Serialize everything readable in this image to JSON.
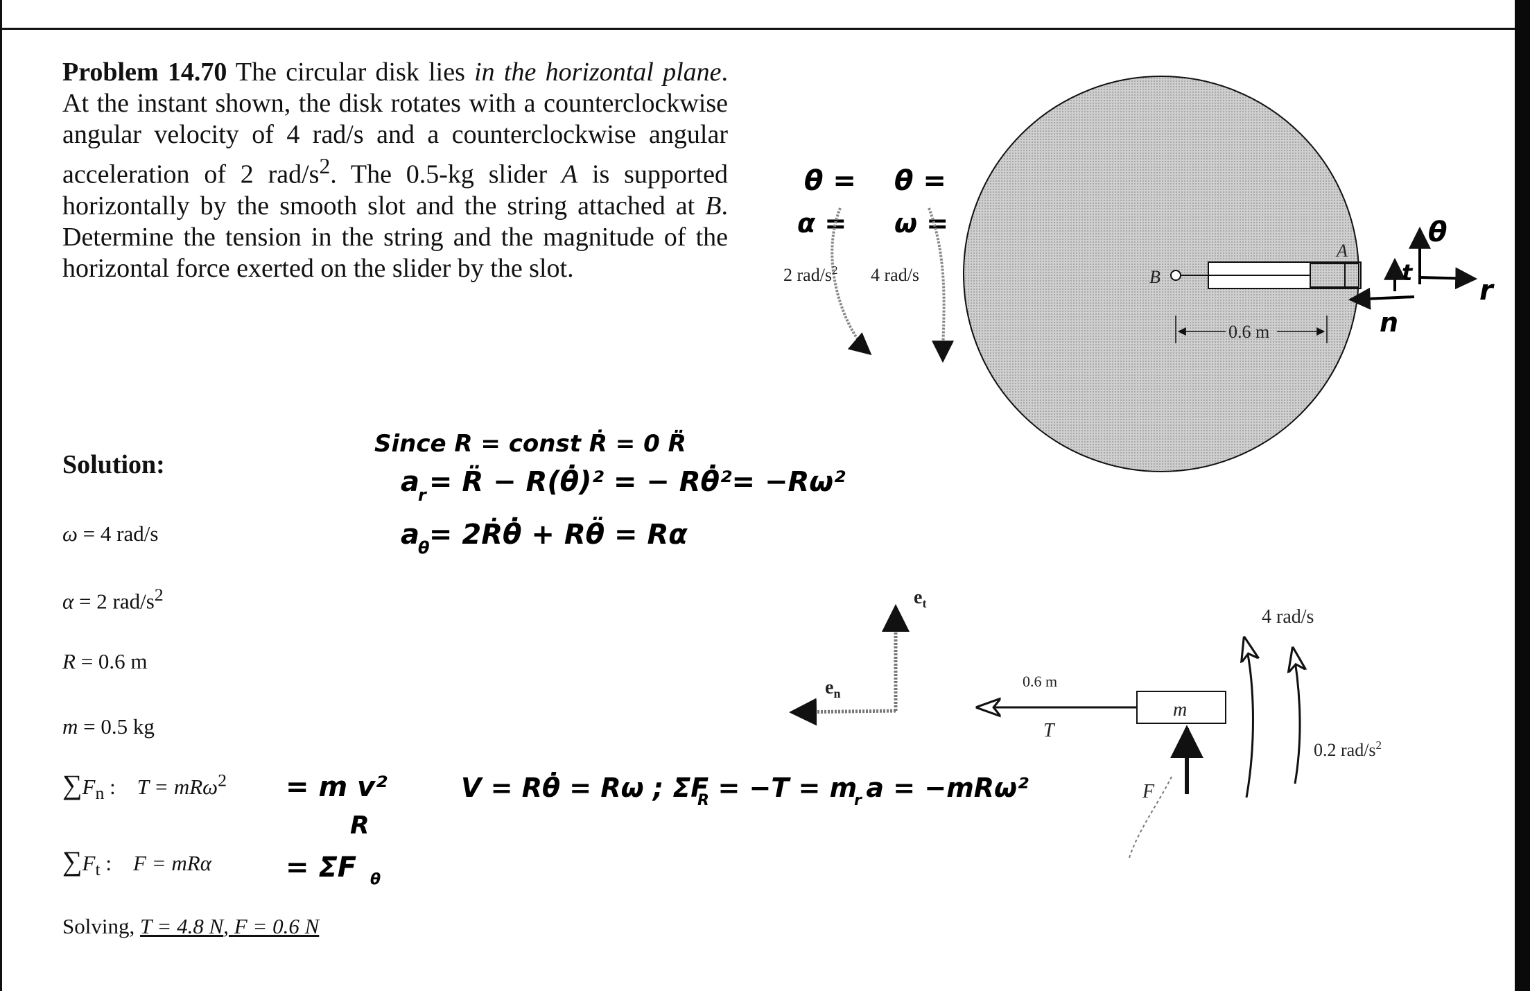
{
  "problem": {
    "number": "Problem 14.70",
    "text_1": " The circular disk lies ",
    "italic_1": "in the horizontal plane",
    "text_2": ". At the instant shown, the disk rotates with a counterclockwise angular velocity of 4 rad/s and a counterclockwise angular acceleration of 2 rad/s",
    "sup_2": "2",
    "text_3": ". The 0.5-kg slider ",
    "A": "A",
    "text_4": " is supported horizontally by the smooth slot and the string attached at ",
    "B": "B",
    "text_5": ". Determine the tension in the string and the magnitude of the horizontal force exerted on the slider by the slot."
  },
  "solution": {
    "title": "Solution:",
    "given": [
      {
        "sym": "ω",
        "val": " = 4 rad/s",
        "sup": ""
      },
      {
        "sym": "α",
        "val": " = 2 rad/s",
        "sup": "2"
      },
      {
        "sym": "R",
        "val": " = 0.6 m",
        "sup": ""
      },
      {
        "sym": "m",
        "val": " = 0.5 kg",
        "sup": ""
      }
    ],
    "eq_n": {
      "sigma": "∑",
      "sub": "n",
      "lhs": "T = mRω",
      "sup": "2"
    },
    "eq_t": {
      "sigma": "∑",
      "sub": "t",
      "lhs": "F = mRα"
    },
    "answer": {
      "prefix": "Solving, ",
      "t": "T = 4.8 N",
      "sep": ", ",
      "f": "F = 0.6 N"
    }
  },
  "figure_top": {
    "alpha_value": "2 rad/s",
    "alpha_sup": "2",
    "omega_value": "4 rad/s",
    "label_A": "A",
    "label_B": "B",
    "dimension": "0.6 m"
  },
  "figure_bottom": {
    "e_t": "e",
    "e_t_sub": "t",
    "e_n": "e",
    "e_n_sub": "n",
    "length": "0.6 m",
    "tension": "T",
    "mass": "m",
    "force": "F",
    "omega": "4 rad/s",
    "alpha": "0.2 rad/s",
    "alpha_sup": "2"
  },
  "handwriting": {
    "theta_ddot": "θ =",
    "theta_dot": "θ =",
    "alpha_eq": "α =",
    "omega_eq": "ω =",
    "axis_theta": "θ",
    "axis_r": "r",
    "axis_t": "t",
    "axis_n": "n",
    "since_line": "Since R = const  Ṙ = 0  R̈",
    "ar_line": "a  = R̈ − R(θ̇)²  = − Rθ̇²= −Rω²",
    "ar_sub": "r",
    "atheta_line": "a  = 2Ṙθ̇ + Rθ̈  =  Rα",
    "atheta_sub": "θ",
    "mv_num": "= m v²",
    "mv_den": "R",
    "v_line": "V = Rθ̇ = Rω   ;   ΣF  = −T =  m a  = −mRω²",
    "v_sub_R": "R",
    "v_sub_r": "r",
    "ftheta_line": "=  ΣF",
    "ftheta_sub": "θ"
  }
}
